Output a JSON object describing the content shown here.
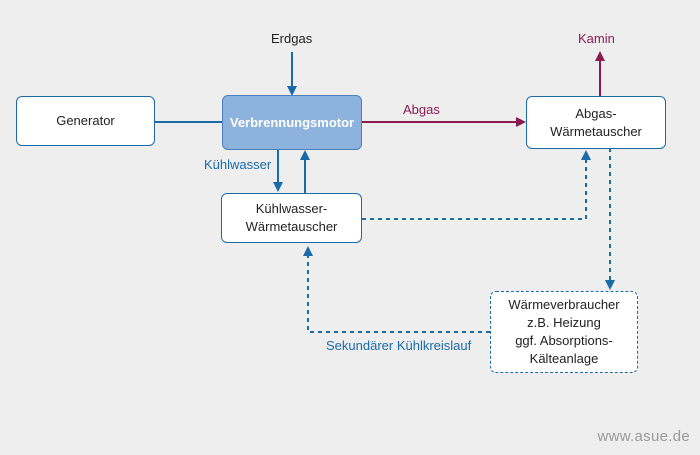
{
  "nodes": {
    "generator": "Generator",
    "engine": "Verbrennungsmotor",
    "exhaust_hx": "Abgas-\nWärmetauscher",
    "coolant_hx": "Kühlwasser-\nWärmetauscher",
    "consumer": "Wärmeverbraucher\nz.B. Heizung\nggf. Absorptions-\nKälteanlage"
  },
  "labels": {
    "gas_input": "Erdgas",
    "chimney": "Kamin",
    "exhaust": "Abgas",
    "coolant": "Kühlwasser",
    "secondary_loop": "Sekundärer Kühlkreislauf"
  },
  "footer": "www.asue.de",
  "colors": {
    "background": "#eeeeef",
    "flow_blue": "#1a6aa8",
    "exhaust_red": "#8a1b4f",
    "engine_fill": "#8db3dc"
  }
}
